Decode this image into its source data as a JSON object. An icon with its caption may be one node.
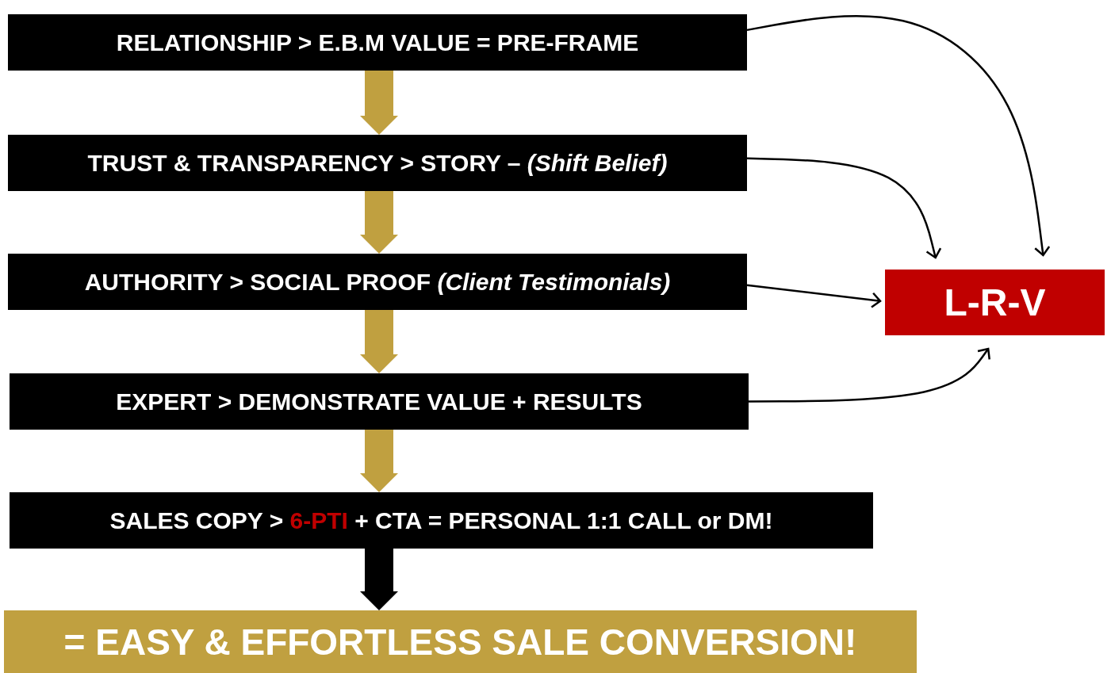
{
  "diagram": {
    "nodes": [
      {
        "text": [
          "RELATIONSHIP > E.B.M VALUE = PRE-FRAME"
        ]
      },
      {
        "text": [
          "TRUST & TRANSPARENCY > STORY – *(Shift Belief)*"
        ]
      },
      {
        "text": [
          "AUTHORITY > SOCIAL PROOF *(Client Testimonials)*"
        ]
      },
      {
        "text": [
          "EXPERT > DEMONSTRATE VALUE + RESULTS"
        ]
      },
      {
        "text": [
          "SALES COPY >",
          "6-PTI",
          "+ CTA = PERSONAL 1:1 CALL or DM!"
        ]
      },
      {
        "text": [
          "= EASY & EFFORTLESS SALE CONVERSION!"
        ]
      },
      {
        "text": [
          "L-R-V"
        ]
      }
    ],
    "edges": [
      {
        "from": 0,
        "to": 1,
        "arrow": "to",
        "color": "#c0a040"
      },
      {
        "from": 1,
        "to": 2,
        "arrow": "to",
        "color": "#c0a040"
      },
      {
        "from": 2,
        "to": 3,
        "arrow": "to",
        "color": "#c0a040"
      },
      {
        "from": 3,
        "to": 4,
        "arrow": "to",
        "color": "#c0a040"
      },
      {
        "from": 4,
        "to": 5,
        "arrow": "to"
      },
      {
        "from": 0,
        "to": 6,
        "arrow": "to"
      },
      {
        "from": 1,
        "to": 6,
        "arrow": "to"
      },
      {
        "from": 2,
        "to": 6,
        "arrow": "to"
      },
      {
        "from": 3,
        "to": 6,
        "arrow": "to"
      }
    ]
  }
}
